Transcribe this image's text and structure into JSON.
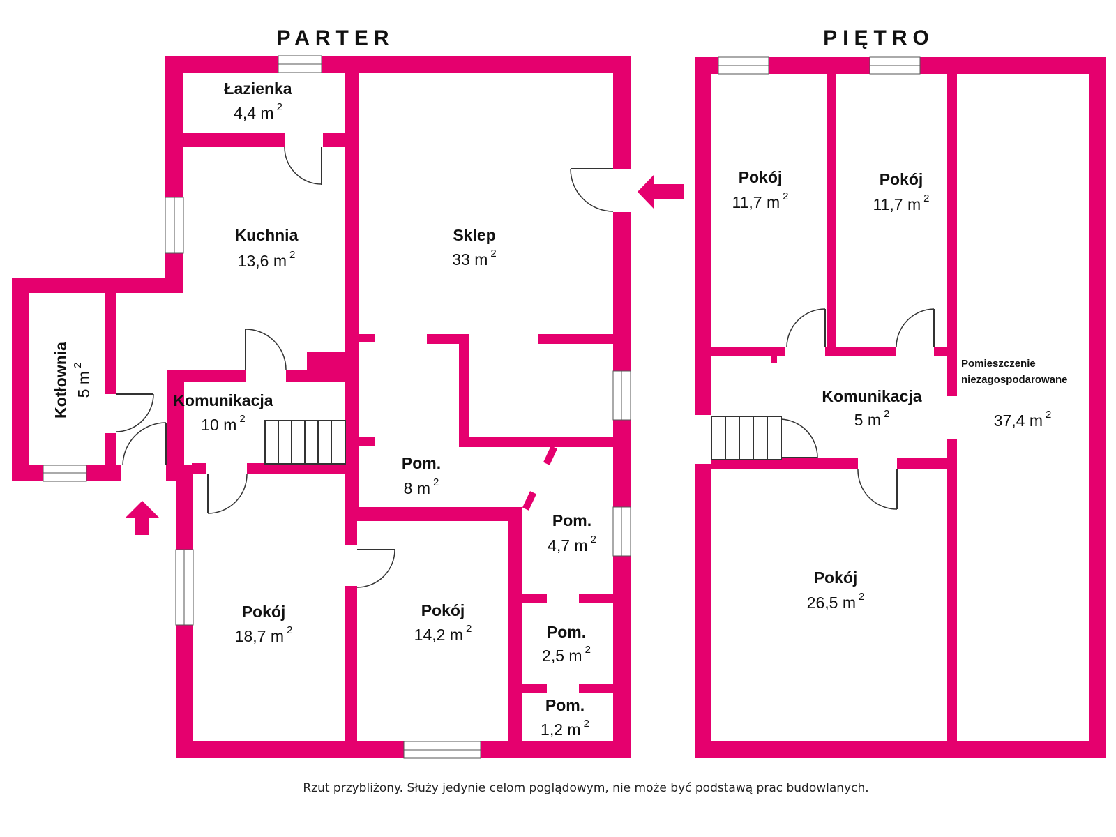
{
  "floors": {
    "ground": {
      "title": "PARTER"
    },
    "upper": {
      "title": "PIĘTRO"
    }
  },
  "area_unit": "m",
  "area_exp": "2",
  "rooms": {
    "lazienka": {
      "name": "Łazienka",
      "area": "4,4"
    },
    "kuchnia": {
      "name": "Kuchnia",
      "area": "13,6"
    },
    "sklep": {
      "name": "Sklep",
      "area": "33"
    },
    "kotlownia": {
      "name": "Kotłownia",
      "area": "5"
    },
    "komunikacja_p": {
      "name": "Komunikacja",
      "area": "10"
    },
    "pom_8": {
      "name": "Pom.",
      "area": "8"
    },
    "pom_47": {
      "name": "Pom.",
      "area": "4,7"
    },
    "pom_25": {
      "name": "Pom.",
      "area": "2,5"
    },
    "pom_12": {
      "name": "Pom.",
      "area": "1,2"
    },
    "pokoj_187": {
      "name": "Pokój",
      "area": "18,7"
    },
    "pokoj_142": {
      "name": "Pokój",
      "area": "14,2"
    },
    "pokoj_117a": {
      "name": "Pokój",
      "area": "11,7"
    },
    "pokoj_117b": {
      "name": "Pokój",
      "area": "11,7"
    },
    "komunikacja_u": {
      "name": "Komunikacja",
      "area": "5"
    },
    "niezag": {
      "name_line1": "Pomieszczenie",
      "name_line2": "niezagospodarowane",
      "area": "37,4"
    },
    "pokoj_265": {
      "name": "Pokój",
      "area": "26,5"
    }
  },
  "footer_note": "Rzut przybliżony. Służy jedynie celom poglądowym, nie może być podstawą prac budowlanych.",
  "colors": {
    "wall": "#e5006e",
    "text": "#111111"
  },
  "icons": [
    "entrance-arrow-icon",
    "door-icon",
    "window-icon",
    "stairs-icon"
  ]
}
